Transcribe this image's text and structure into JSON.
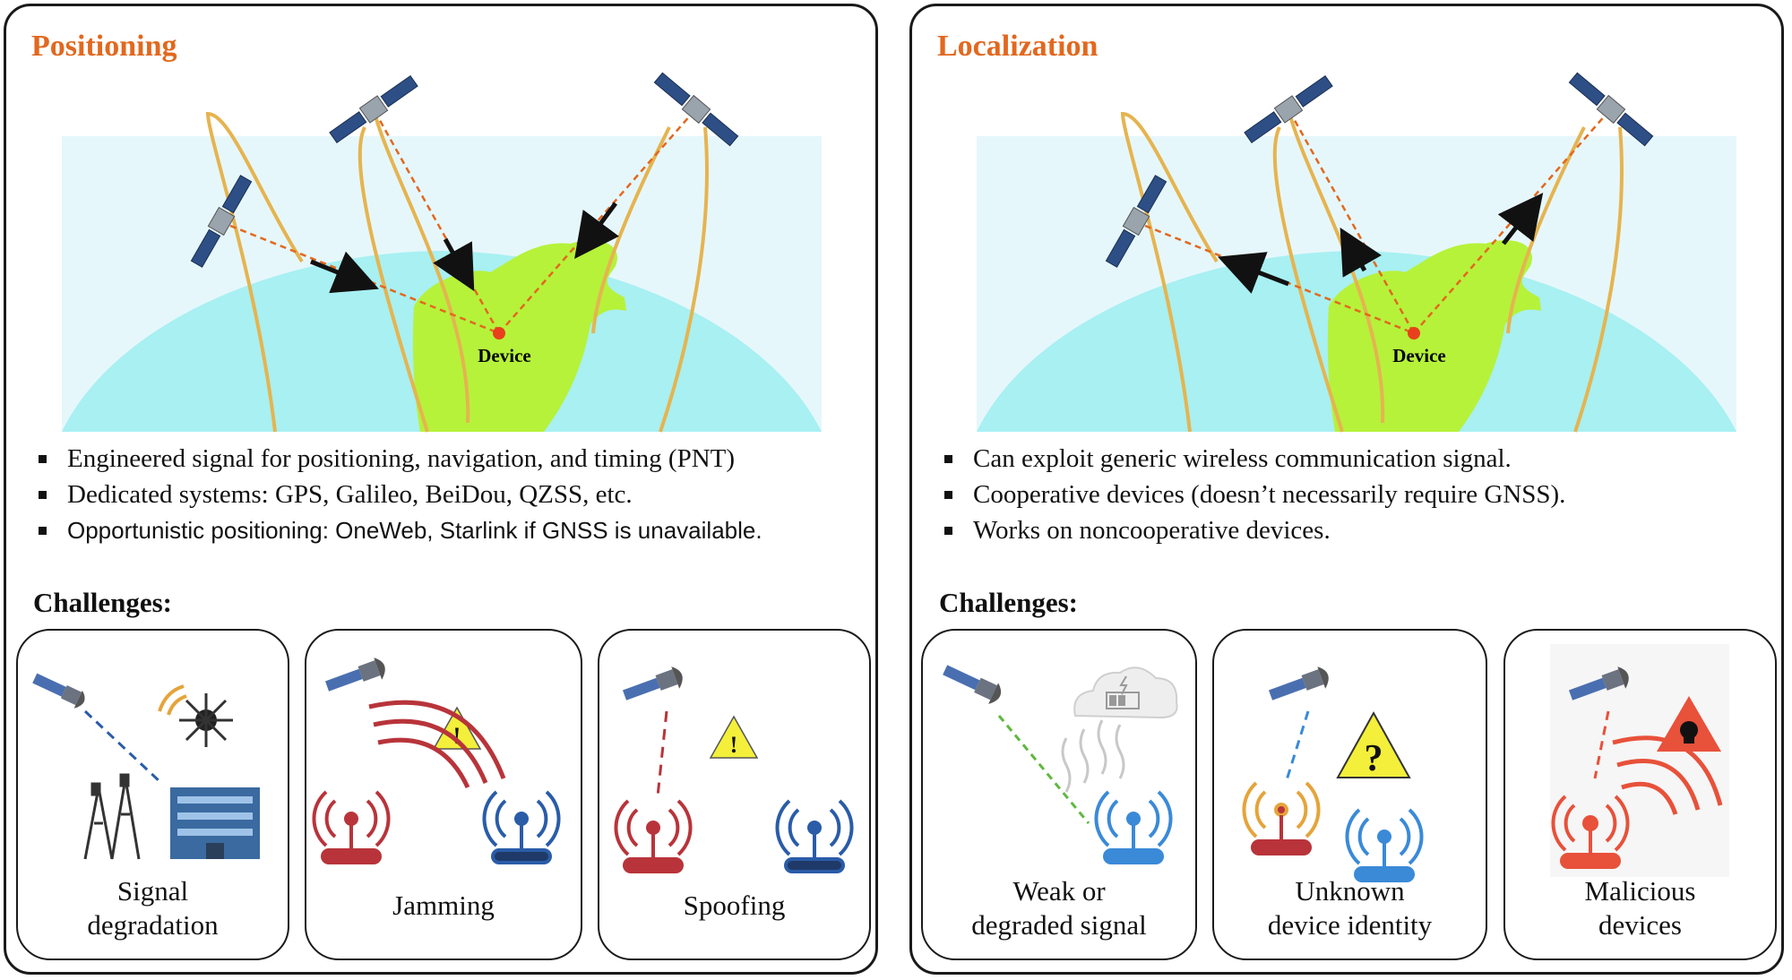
{
  "left": {
    "title": "Positioning",
    "device_label": "Device",
    "bullets": [
      "Engineered signal for positioning, navigation, and timing (PNT)",
      "Dedicated systems: GPS, Galileo, BeiDou, QZSS, etc.",
      "Opportunistic positioning: OneWeb, Starlink if GNSS is unavailable."
    ],
    "challenges_title": "Challenges:",
    "cards": [
      {
        "line1": "Signal",
        "line2": "degradation"
      },
      {
        "line1": "Jamming",
        "line2": ""
      },
      {
        "line1": "Spoofing",
        "line2": ""
      }
    ]
  },
  "right": {
    "title": "Localization",
    "device_label": "Device",
    "bullets": [
      "Can exploit generic wireless communication signal.",
      "Cooperative devices (doesn’t necessarily require GNSS).",
      "Works on noncooperative devices."
    ],
    "challenges_title": "Challenges:",
    "cards": [
      {
        "line1": "Weak or",
        "line2": "degraded signal"
      },
      {
        "line1": "Unknown",
        "line2": "device identity"
      },
      {
        "line1": "Malicious",
        "line2": "devices"
      }
    ]
  },
  "colors": {
    "title": "#e2681f",
    "sky": "#e6f7fb",
    "earth": "#a8f0f2",
    "land": "#b6f23a",
    "orbit": "#e5b450",
    "signal_dash": "#e2681f",
    "device": "#e8401c",
    "warning": "#f3ef3a",
    "danger": "#e8513a",
    "router_red": "#b8343a",
    "router_blue": "#2a5ca8"
  },
  "icons": [
    "satellite-icon",
    "device-dot-icon",
    "cell-tower-icon",
    "building-icon",
    "sun-interference-icon",
    "router-icon",
    "warning-icon",
    "question-warning-icon",
    "skull-danger-icon",
    "cloud-battery-icon"
  ]
}
